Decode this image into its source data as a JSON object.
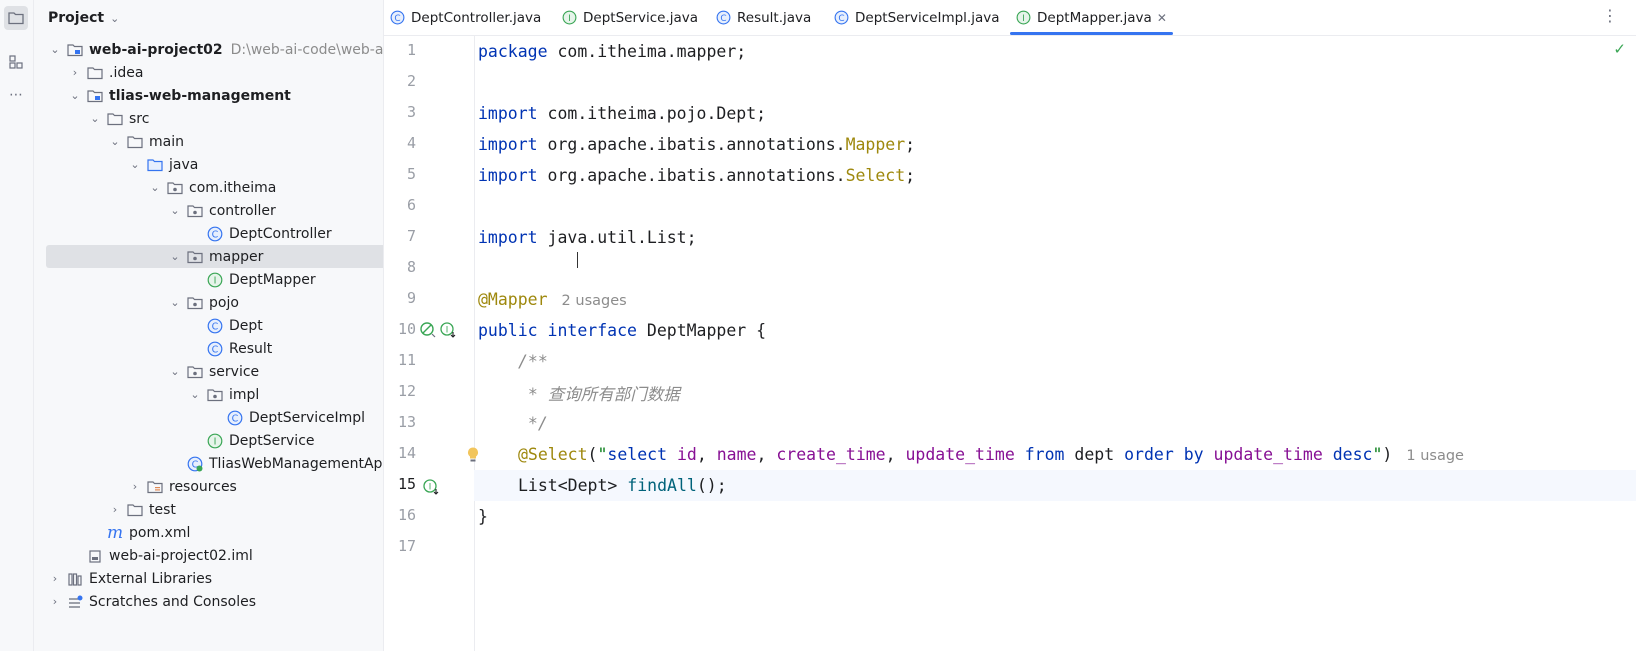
{
  "project_panel": {
    "title": "Project",
    "tree": [
      {
        "label": "web-ai-project02",
        "path": "D:\\web-ai-code\\web-ai-p"
      },
      {
        "label": ".idea"
      },
      {
        "label": "tlias-web-management"
      },
      {
        "label": "src"
      },
      {
        "label": "main"
      },
      {
        "label": "java"
      },
      {
        "label": "com.itheima"
      },
      {
        "label": "controller"
      },
      {
        "label": "DeptController"
      },
      {
        "label": "mapper"
      },
      {
        "label": "DeptMapper"
      },
      {
        "label": "pojo"
      },
      {
        "label": "Dept"
      },
      {
        "label": "Result"
      },
      {
        "label": "service"
      },
      {
        "label": "impl"
      },
      {
        "label": "DeptServiceImpl"
      },
      {
        "label": "DeptService"
      },
      {
        "label": "TliasWebManagementAp"
      },
      {
        "label": "resources"
      },
      {
        "label": "test"
      },
      {
        "label": "pom.xml"
      },
      {
        "label": "web-ai-project02.iml"
      },
      {
        "label": "External Libraries"
      },
      {
        "label": "Scratches and Consoles"
      }
    ]
  },
  "tabs": [
    {
      "label": "DeptController.java"
    },
    {
      "label": "DeptService.java"
    },
    {
      "label": "Result.java"
    },
    {
      "label": "DeptServiceImpl.java"
    },
    {
      "label": "DeptMapper.java",
      "active": true
    }
  ],
  "editor": {
    "line_numbers": [
      "1",
      "2",
      "3",
      "4",
      "5",
      "6",
      "7",
      "8",
      "9",
      "10",
      "11",
      "12",
      "13",
      "14",
      "15",
      "16",
      "17"
    ],
    "current_line": 15,
    "code": {
      "l1": {
        "kw": "package",
        "rest": " com.itheima.mapper;"
      },
      "l3": {
        "kw": "import",
        "rest": " com.itheima.pojo.Dept;"
      },
      "l4": {
        "kw": "import",
        "rest": " org.apache.ibatis.annotations.",
        "ann": "Mapper",
        "end": ";"
      },
      "l5": {
        "kw": "import",
        "rest": " org.apache.ibatis.annotations.",
        "ann": "Select",
        "end": ";"
      },
      "l7": {
        "kw": "import",
        "rest": " java.util.List;"
      },
      "l9": {
        "ann": "@Mapper",
        "hint": "2 usages"
      },
      "l10": {
        "kw1": "public",
        "kw2": "interface",
        "rest": " DeptMapper {"
      },
      "l11": {
        "cmt": "/**"
      },
      "l12": {
        "cmt": " * 查询所有部门数据"
      },
      "l13": {
        "cmt": " */"
      },
      "l14": {
        "ann": "@Select",
        "open": "(",
        "q1": "\"",
        "s_select": "select",
        "c_id": "id",
        "comma": ",",
        "c_name": "name",
        "c_create": "create_time",
        "c_update": "update_time",
        "s_from": "from",
        "t_dept": "dept",
        "s_order": "order",
        "s_by": "by",
        "c_update2": "update_time",
        "s_desc": "desc",
        "q2": "\"",
        "close": ")",
        "hint": "1 usage"
      },
      "l15": {
        "type": "List<Dept>",
        "method": "findAll",
        "end": "();"
      },
      "l16": {
        "text": "}"
      }
    }
  }
}
